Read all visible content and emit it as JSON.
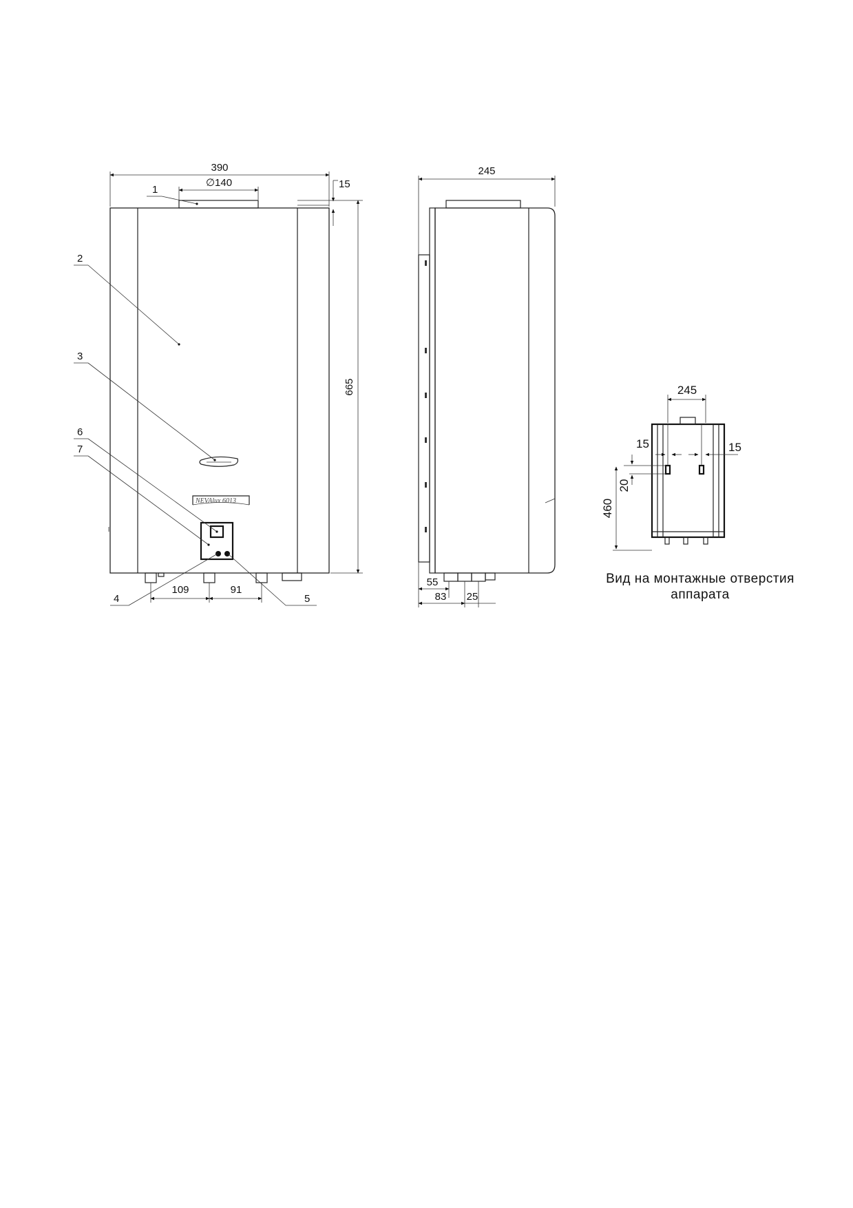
{
  "front_view": {
    "dims": {
      "width": "390",
      "flue_diameter": "∅140",
      "top_offset": "15",
      "height": "665",
      "left_pipe": "109",
      "right_pipe": "91"
    },
    "callouts": [
      "1",
      "2",
      "3",
      "4",
      "5",
      "6",
      "7"
    ],
    "brand_label": "NEVAlux 6013"
  },
  "side_view": {
    "dims": {
      "depth": "245",
      "pipe_55": "55",
      "pipe_83": "83",
      "pipe_25": "25"
    }
  },
  "mount_view": {
    "dims": {
      "width": "245",
      "left_hole": "15",
      "right_hole": "15",
      "slot": "20",
      "height": "460"
    },
    "caption_line1": "Вид на монтажные отверстия",
    "caption_line2": "аппарата"
  }
}
